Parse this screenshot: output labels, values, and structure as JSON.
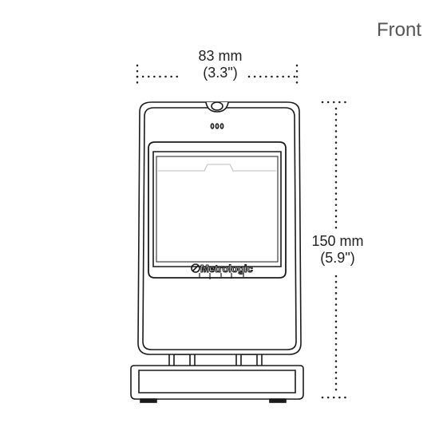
{
  "view_label": "Front",
  "dimensions": {
    "width": {
      "metric": "83 mm",
      "imperial": "(3.3\")"
    },
    "height": {
      "metric": "150 mm",
      "imperial": "(5.9\")"
    }
  },
  "device": {
    "brand_logo": "Metrologic"
  },
  "colors": {
    "line": "#1a1a1a",
    "dimension_dots": "#222222"
  }
}
